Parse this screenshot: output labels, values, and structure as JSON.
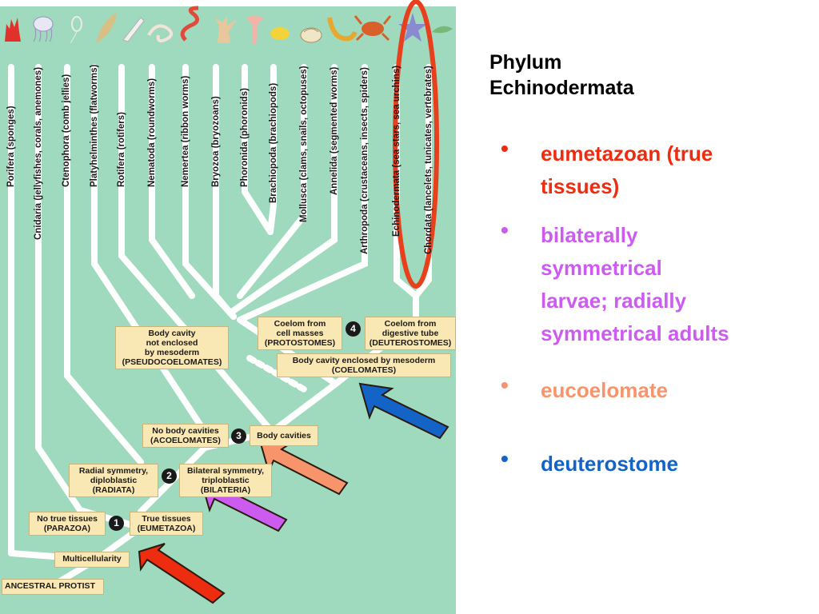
{
  "colors": {
    "tree_background": "#9fd9be",
    "branch": "#ffffff",
    "node_box": "#fae8b4",
    "highlight_oval": "#e8401c",
    "arrow_red": "#ee2c10",
    "arrow_purple": "#cc5cf0",
    "arrow_orange": "#f8946c",
    "arrow_blue": "#1464c8"
  },
  "diagram": {
    "phyla": [
      "Porifera (sponges)",
      "Cnidaria (jellyfishes, corals, anemones)",
      "Ctenophora (comb jellies)",
      "Platyhelminthes (flatworms)",
      "Rotifera (rotifers)",
      "Nematoda (roundworms)",
      "Nemertea (ribbon worms)",
      "Bryozoa (bryozoans)",
      "Phoronida (phoronids)",
      "Brachiopoda (brachiopods)",
      "Mollusca (clams, snails, octopuses)",
      "Annelida (segmented worms)",
      "Arthropoda (crustaceans, insects, spiders)",
      "Echinodermata (sea stars, sea urchins)",
      "Chordata (lancelets, tunicates, vertebrates)"
    ],
    "animal_icons": [
      "sponge-icon",
      "jellyfish-icon",
      "comb-jelly-icon",
      "flatworm-icon",
      "rotifer-icon",
      "roundworm-icon",
      "ribbon-worm-icon",
      "bryozoan-icon",
      "phoronid-icon",
      "brachiopod-icon",
      "snail-icon",
      "segmented-worm-icon",
      "crab-icon",
      "sea-star-icon",
      "chordate-icon"
    ],
    "nodes": {
      "ancestral_protist": [
        "ANCESTRAL PROTIST"
      ],
      "multicellularity": [
        "Multicellularity"
      ],
      "no_true_tissues": [
        "No true tissues",
        "(PARAZOA)"
      ],
      "true_tissues": [
        "True tissues",
        "(EUMETAZOA)"
      ],
      "radial_symmetry": [
        "Radial symmetry,",
        "diploblastic",
        "(RADIATA)"
      ],
      "bilateral_symmetry": [
        "Bilateral symmetry,",
        "triploblastic",
        "(BILATERIA)"
      ],
      "no_body_cavities": [
        "No body cavities",
        "(ACOELOMATES)"
      ],
      "body_cavities": [
        "Body cavities"
      ],
      "pseudocoelomates": [
        "Body cavity",
        "not enclosed",
        "by mesoderm",
        "(PSEUDOCOELOMATES)"
      ],
      "coelomates": [
        "Body cavity enclosed by mesoderm",
        "(COELOMATES)"
      ],
      "protostomes": [
        "Coelom from",
        "cell masses",
        "(PROTOSTOMES)"
      ],
      "deuterostomes": [
        "Coelom from",
        "digestive tube",
        "(DEUTEROSTOMES)"
      ]
    },
    "numbers": [
      "1",
      "2",
      "3",
      "4"
    ]
  },
  "title": {
    "line1": "Phylum",
    "line2": "Echinodermata"
  },
  "bullets": [
    {
      "lines": [
        "eumetazoan (true",
        "tissues)"
      ],
      "color": "#ee2c10"
    },
    {
      "lines": [
        "bilaterally",
        "symmetrical",
        "larvae; radially",
        "symmetrical adults"
      ],
      "color": "#cc5cf0"
    },
    {
      "lines": [
        "eucoelomate"
      ],
      "color": "#f8946c"
    },
    {
      "lines": [
        "deuterostome"
      ],
      "color": "#1464c8"
    }
  ],
  "bullet_glyph": "•"
}
